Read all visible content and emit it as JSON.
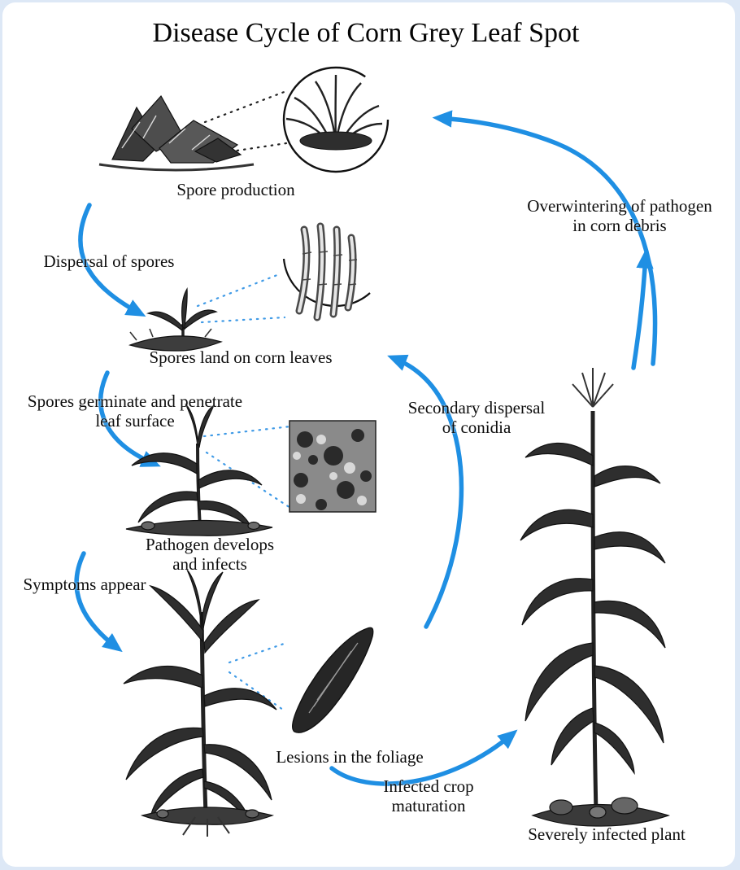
{
  "title": "Disease Cycle of Corn Grey Leaf Spot",
  "colors": {
    "arrow": "#1f8fe3",
    "dotted_blue": "#3f9ae6",
    "ink": "#161616"
  },
  "labels": {
    "spore_production": {
      "text": "Spore production"
    },
    "overwintering": {
      "line1": "Overwintering of pathogen",
      "line2": "in corn debris"
    },
    "dispersal": {
      "text": "Dispersal of spores"
    },
    "spores_land": {
      "text": "Spores land on corn leaves"
    },
    "germinate": {
      "line1": "Spores germinate and penetrate",
      "line2": "leaf surface"
    },
    "secondary_dispersal": {
      "line1": "Secondary dispersal",
      "line2": "of conidia"
    },
    "pathogen_develops": {
      "line1": "Pathogen develops",
      "line2": "and infects"
    },
    "symptoms": {
      "text": "Symptoms appear"
    },
    "lesions": {
      "text": "Lesions in the foliage"
    },
    "infected_crop": {
      "line1": "Infected crop",
      "line2": "maturation"
    },
    "severely_infected": {
      "text": "Severely infected plant"
    }
  }
}
